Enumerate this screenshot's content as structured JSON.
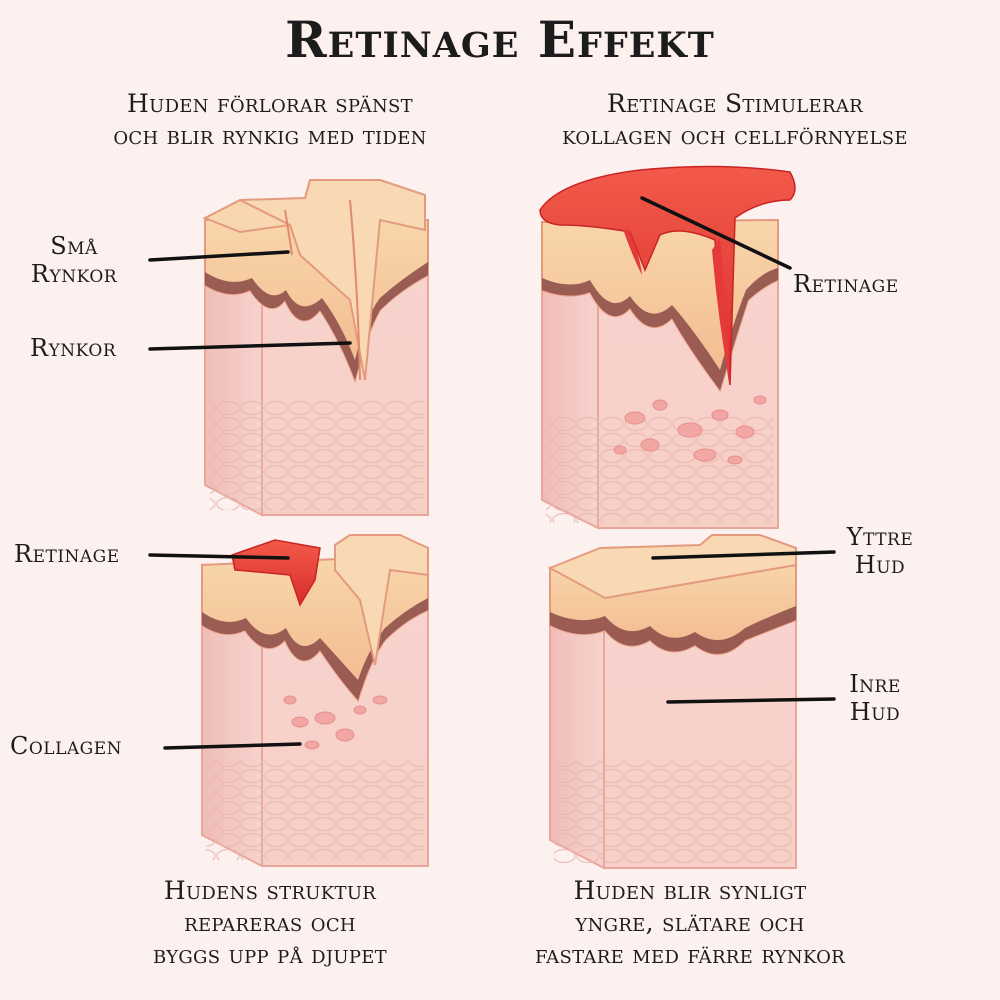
{
  "title": "Retinage Effekt",
  "panels": {
    "top_left": {
      "caption": "Huden förlorar spänst\noch blir rynkig med tiden",
      "labels": {
        "small_wrinkles": "Små\nRynkor",
        "wrinkles": "Rynkor"
      }
    },
    "top_right": {
      "caption": "Retinage Stimulerar\nkollagen och cellförnyelse",
      "labels": {
        "retinage": "Retinage"
      }
    },
    "bottom_left": {
      "caption": "Hudens struktur\nrepareras och\nbyggs upp på djupet",
      "labels": {
        "retinage": "Retinage",
        "collagen": "Collagen"
      }
    },
    "bottom_right": {
      "caption": "Huden blir synligt\nyngre, slätare och\nfastare med färre rynkor",
      "labels": {
        "outer_skin": "Yttre\nHud",
        "inner_skin": "Inre\nHud"
      }
    }
  },
  "colors": {
    "background": "#fdf1ef",
    "epidermis": "#f6c9a0",
    "dermis": "#f6cfcb",
    "melanin_band": "#8a4a46",
    "retinage": "#e53a3a",
    "collagen": "#f29a9a"
  }
}
